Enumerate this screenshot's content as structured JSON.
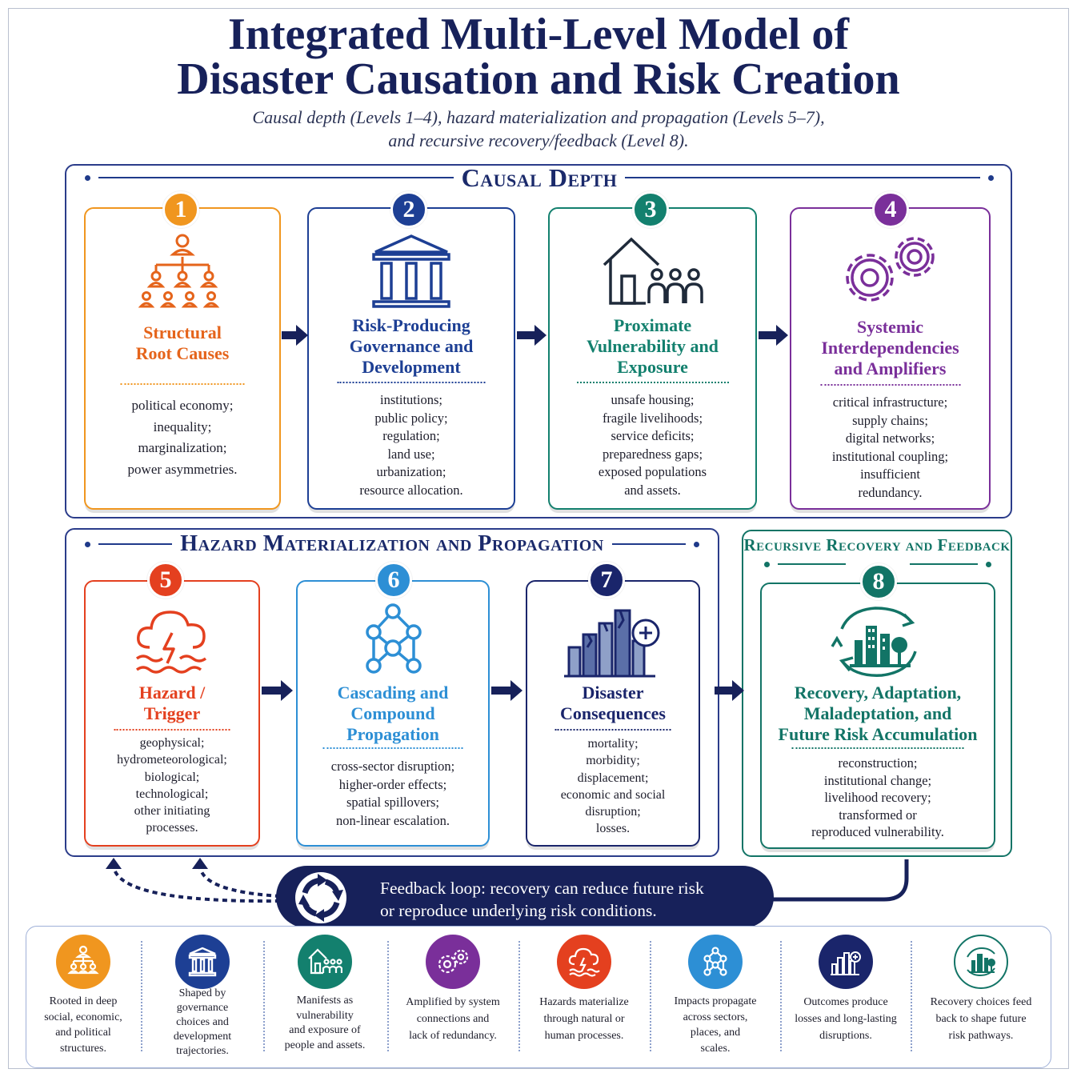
{
  "header": {
    "title_line1": "Integrated Multi-Level Model of",
    "title_line2": "Disaster Causation and Risk Creation",
    "subtitle_line1": "Causal depth (Levels 1–4), hazard materialization and propagation (Levels 5–7),",
    "subtitle_line2": "and recursive recovery/feedback (Level 8)."
  },
  "sections": {
    "causal_depth": "Causal Depth",
    "hazard": "Hazard Materialization and Propagation",
    "recovery": "Recursive Recovery and Feedback"
  },
  "colors": {
    "orange": "#f0961f",
    "orange_text": "#e5641b",
    "blue": "#1d3f94",
    "teal": "#13806e",
    "purple": "#7a2f9a",
    "red": "#e4401f",
    "light_blue": "#2d8fd5",
    "navy": "#1a256b",
    "green": "#127466"
  },
  "levels": [
    {
      "number": "1",
      "icon": "hierarchy-icon",
      "title": [
        "Structural",
        "Root Causes"
      ],
      "items": [
        "political economy;",
        "inequality;",
        "marginalization;",
        "power asymmetries."
      ]
    },
    {
      "number": "2",
      "icon": "institution-icon",
      "title": [
        "Risk-Producing",
        "Governance and",
        "Development"
      ],
      "items": [
        "institutions;",
        "public policy;",
        "regulation;",
        "land use;",
        "urbanization;",
        "resource allocation."
      ]
    },
    {
      "number": "3",
      "icon": "house-people-icon",
      "title": [
        "Proximate",
        "Vulnerability and",
        "Exposure"
      ],
      "items": [
        "unsafe housing;",
        "fragile livelihoods;",
        "service deficits;",
        "preparedness gaps;",
        "exposed populations",
        "and assets."
      ]
    },
    {
      "number": "4",
      "icon": "gears-icon",
      "title": [
        "Systemic",
        "Interdependencies",
        "and Amplifiers"
      ],
      "items": [
        "critical infrastructure;",
        "supply chains;",
        "digital networks;",
        "institutional coupling;",
        "insufficient",
        "redundancy."
      ]
    },
    {
      "number": "5",
      "icon": "storm-icon",
      "title": [
        "Hazard /",
        "Trigger"
      ],
      "items": [
        "geophysical;",
        "hydrometeorological;",
        "biological;",
        "technological;",
        "other initiating",
        "processes."
      ]
    },
    {
      "number": "6",
      "icon": "network-icon",
      "title": [
        "Cascading and",
        "Compound",
        "Propagation"
      ],
      "items": [
        "cross-sector disruption;",
        "higher-order effects;",
        "spatial spillovers;",
        "non-linear escalation."
      ]
    },
    {
      "number": "7",
      "icon": "damaged-city-icon",
      "title": [
        "Disaster",
        "Consequences"
      ],
      "items": [
        "mortality;",
        "morbidity;",
        "displacement;",
        "economic and social",
        "disruption;",
        "losses."
      ]
    },
    {
      "number": "8",
      "icon": "recovery-cycle-icon",
      "title": [
        "Recovery, Adaptation,",
        "Maladeptation, and",
        "Future Risk Accumulation"
      ],
      "items": [
        "reconstruction;",
        "institutional change;",
        "livelihood recovery;",
        "transformed or",
        "reproduced vulnerability."
      ]
    }
  ],
  "feedback": {
    "line1": "Feedback loop: recovery can reduce future risk",
    "line2": "or reproduce underlying risk conditions."
  },
  "legend": [
    {
      "icon": "hierarchy-icon",
      "lines": [
        "Rooted in deep",
        "social, economic,",
        "and political",
        "structures."
      ]
    },
    {
      "icon": "institution-icon",
      "lines": [
        "Shaped by",
        "governance",
        "choices and",
        "development",
        "trajectories."
      ]
    },
    {
      "icon": "house-people-icon",
      "lines": [
        "Manifests as",
        "vulnerability",
        "and exposure of",
        "people and assets."
      ]
    },
    {
      "icon": "gears-icon",
      "lines": [
        "Amplified by system",
        "connections and",
        "lack of redundancy."
      ]
    },
    {
      "icon": "storm-icon",
      "lines": [
        "Hazards materialize",
        "through natural or",
        "human processes."
      ]
    },
    {
      "icon": "network-icon",
      "lines": [
        "Impacts propagate",
        "across sectors,",
        "places, and",
        "scales."
      ]
    },
    {
      "icon": "damaged-city-icon",
      "lines": [
        "Outcomes produce",
        "losses and long-lasting",
        "disruptions."
      ]
    },
    {
      "icon": "recovery-cycle-icon",
      "lines": [
        "Recovery choices feed",
        "back to shape future",
        "risk pathways."
      ]
    }
  ]
}
